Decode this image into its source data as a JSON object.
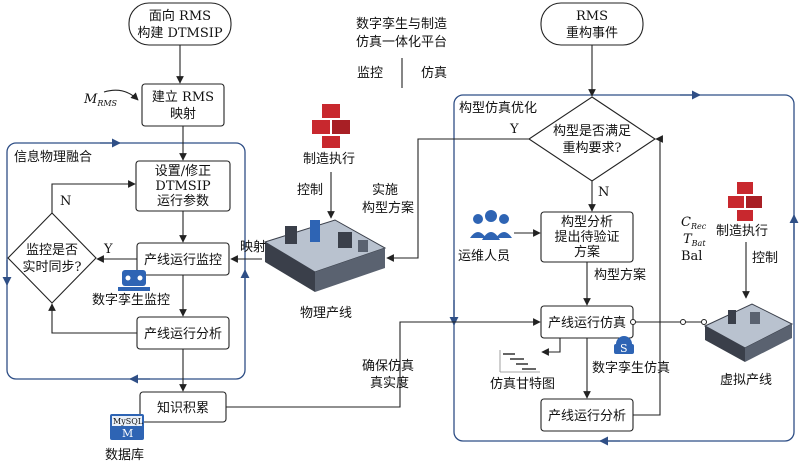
{
  "nodes": {
    "rms_dtmsip": [
      "面向 RMS",
      "构建 DTMSIP"
    ],
    "build_map": [
      "建立 RMS",
      "映射"
    ],
    "set_params": [
      "设置/修正",
      "DTMSIP",
      "运行参数"
    ],
    "sync_decision": [
      "监控是否",
      "实时同步?"
    ],
    "line_monitor": "产线运行监控",
    "line_analysis": "产线运行分析",
    "knowledge": "知识积累",
    "rms_event": [
      "RMS",
      "重构事件"
    ],
    "config_decision": [
      "构型是否满足",
      "重构要求?"
    ],
    "config_analysis": [
      "构型分析",
      "提出待验证",
      "方案"
    ],
    "line_sim": "产线运行仿真",
    "line_analysis_right": "产线运行分析"
  },
  "labels": {
    "m_rms_main": "M",
    "m_rms_sub": "RMS",
    "cps_group": "信息物理融合",
    "config_opt_group": "构型仿真优化",
    "platform": [
      "数字孪生与制造",
      "仿真一体化平台"
    ],
    "monitor": "监控",
    "simulate": "仿真",
    "mfg_exec_1": "制造执行",
    "control_1": "控制",
    "implement": [
      "实施",
      "构型方案"
    ],
    "mapping": "映射",
    "physical_line": "物理产线",
    "dt_monitor": "数字孪生监控",
    "ops_staff": "运维人员",
    "config_plan": "构型方案",
    "ensure_fidelity": [
      "确保仿真",
      "真实度"
    ],
    "gantt": "仿真甘特图",
    "dt_sim": "数字孪生仿真",
    "virtual_line": "虚拟产线",
    "mfg_exec_2": "制造执行",
    "control_2": "控制",
    "database": "数据库",
    "mysql": "MySQL",
    "c_rec": "C",
    "c_rec_sub": "Rec",
    "t_bat": "T",
    "t_bat_sub": "Bat",
    "bal": "Bal",
    "yes_left": "Y",
    "no_left": "N",
    "yes_right": "Y",
    "no_right": "N"
  },
  "colors": {
    "group_border": "#2f4f86",
    "icon_red": "#c8282e",
    "icon_blue": "#2e64b4",
    "machine_dark": "#3a3f4a",
    "machine_light": "#b9c2cf"
  }
}
